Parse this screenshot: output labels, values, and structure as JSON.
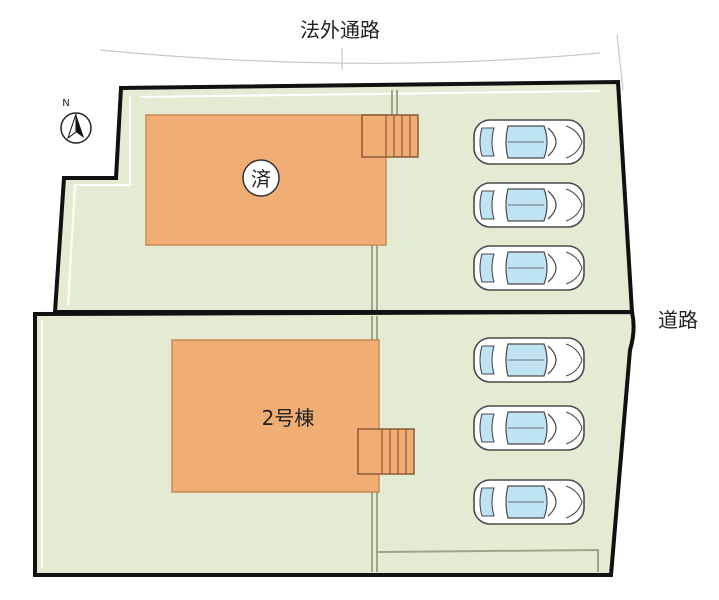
{
  "labels": {
    "top_road": "法外通路",
    "right_road": "道路",
    "lot1_badge": "済",
    "lot2_building": "2号棟",
    "north": "N"
  },
  "lots": [
    {
      "id": "lot-1",
      "status_label": "済",
      "parking_spaces": 3
    },
    {
      "id": "lot-2",
      "status_label": "2号棟",
      "parking_spaces": 3
    }
  ],
  "colors": {
    "lot_fill": "#e3ecd2",
    "building_fill": "#f0ae74",
    "building_stroke": "#c98a56",
    "boundary": "#111111",
    "car_body": "#ffffff",
    "car_glass": "#bfe3f3",
    "car_outline": "#4a4a4a",
    "road_line": "#bdbdbd"
  },
  "icons": {
    "compass": "north-arrow-icon",
    "car": "car-icon",
    "stairs": "stairs-icon"
  }
}
